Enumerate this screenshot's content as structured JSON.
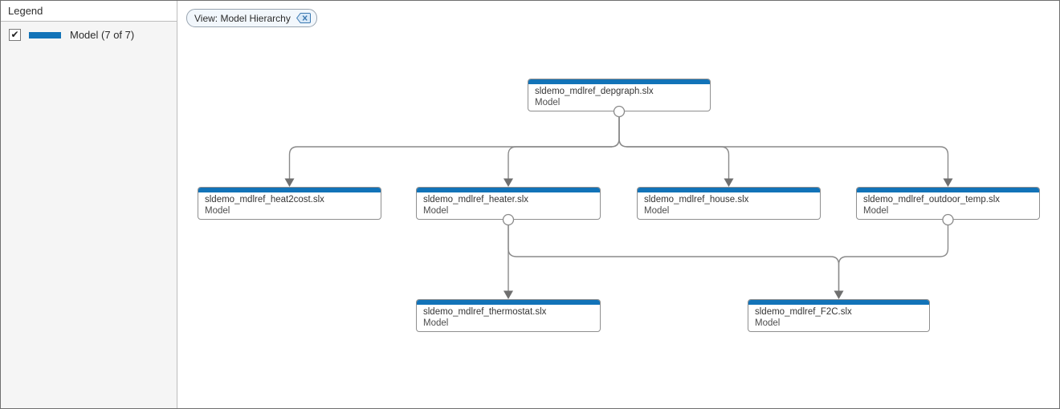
{
  "legend": {
    "title": "Legend",
    "items": [
      {
        "checked": true,
        "swatch_color": "#1273b8",
        "label": "Model (7 of 7)"
      }
    ]
  },
  "toolbar": {
    "view_chip": {
      "label": "View: Model Hierarchy",
      "close_icon": "clear-filter-backspace-icon"
    }
  },
  "colors": {
    "accent_blue": "#1273b8",
    "edge_gray": "#8a8a8a",
    "node_border": "#8f8f8f",
    "panel_bg": "#f5f5f5"
  },
  "graph": {
    "nodes": [
      {
        "id": "depgraph",
        "title": "sldemo_mdlref_depgraph.slx",
        "subtitle": "Model"
      },
      {
        "id": "heat2cost",
        "title": "sldemo_mdlref_heat2cost.slx",
        "subtitle": "Model"
      },
      {
        "id": "heater",
        "title": "sldemo_mdlref_heater.slx",
        "subtitle": "Model"
      },
      {
        "id": "house",
        "title": "sldemo_mdlref_house.slx",
        "subtitle": "Model"
      },
      {
        "id": "outdoor",
        "title": "sldemo_mdlref_outdoor_temp.slx",
        "subtitle": "Model"
      },
      {
        "id": "thermostat",
        "title": "sldemo_mdlref_thermostat.slx",
        "subtitle": "Model"
      },
      {
        "id": "f2c",
        "title": "sldemo_mdlref_F2C.slx",
        "subtitle": "Model"
      }
    ],
    "edges": [
      {
        "from": "depgraph",
        "to": "heat2cost"
      },
      {
        "from": "depgraph",
        "to": "heater"
      },
      {
        "from": "depgraph",
        "to": "house"
      },
      {
        "from": "depgraph",
        "to": "outdoor"
      },
      {
        "from": "heater",
        "to": "thermostat"
      },
      {
        "from": "heater",
        "to": "f2c"
      },
      {
        "from": "outdoor",
        "to": "f2c"
      }
    ]
  }
}
